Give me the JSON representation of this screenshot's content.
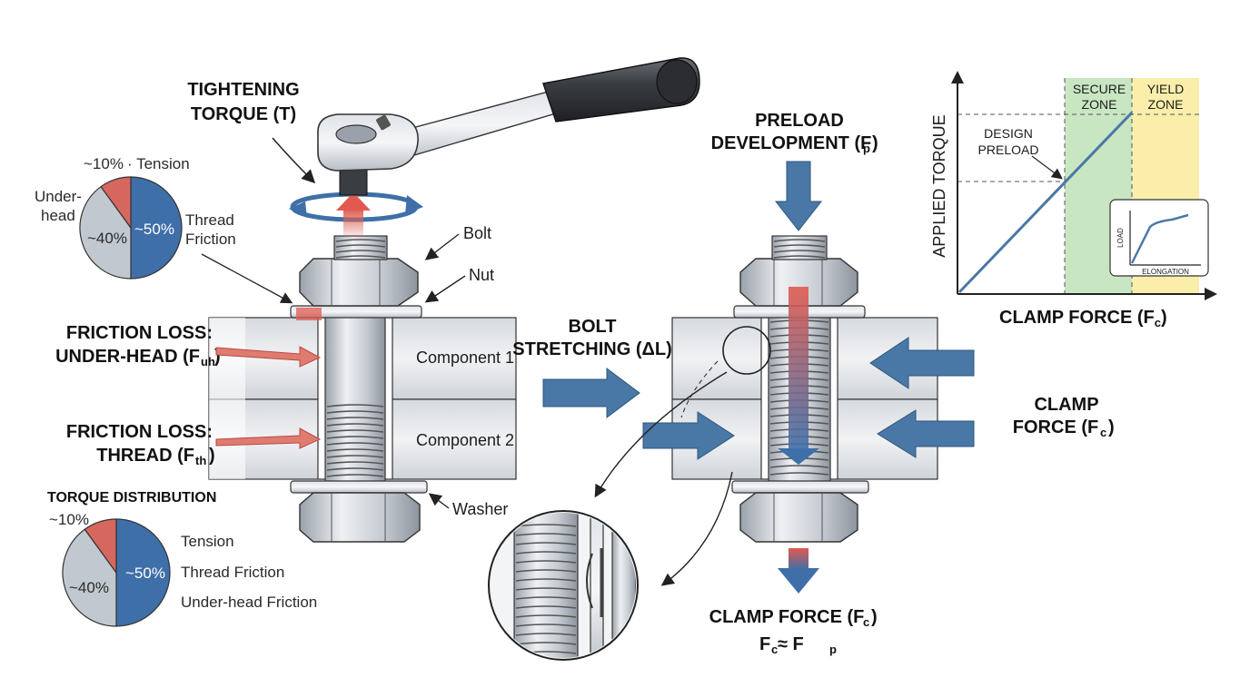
{
  "torque_label": {
    "line1": "TIGHTENING",
    "line2": "TORQUE (T)"
  },
  "pie_top": {
    "tension_pct": "~10%",
    "tension_label": "· Tension",
    "underhead_line1": "Under-",
    "underhead_line2": "head",
    "underhead_pct": "~40%",
    "thread_pct": "~50%",
    "thread_line1": "Thread",
    "thread_line2": "Friction",
    "slices": [
      {
        "label": "Thread Friction",
        "value": 50,
        "color": "#3f6fa8"
      },
      {
        "label": "Under-head",
        "value": 40,
        "color": "#c2c8d0"
      },
      {
        "label": "Tension",
        "value": 10,
        "color": "#d6675f"
      }
    ]
  },
  "left_labels": {
    "bolt": "Bolt",
    "nut": "Nut",
    "washer": "Washer",
    "component1": "Component 1",
    "component2": "Component 2",
    "uh_line1": "FRICTION LOSS:",
    "uh_line2": "UNDER-HEAD (F",
    "uh_sub": "uh",
    "uh_close": ")",
    "th_line1": "FRICTION LOSS:",
    "th_line2": "THREAD (F",
    "th_sub": "th",
    "th_close": ")"
  },
  "distribution": {
    "title": "TORQUE DISTRIBUTION",
    "tension_pct": "~10%",
    "underhead_pct": "~40%",
    "thread_pct": "~50%",
    "legend": [
      "Tension",
      "Thread Friction",
      "Under-head Friction"
    ],
    "slices": [
      {
        "label": "Thread Friction",
        "value": 50,
        "color": "#3f6fa8"
      },
      {
        "label": "Under-head Friction",
        "value": 40,
        "color": "#c2c8d0"
      },
      {
        "label": "Tension",
        "value": 10,
        "color": "#d6675f"
      }
    ]
  },
  "center": {
    "stretch_line1": "BOLT",
    "stretch_line2": "STRETCHING (ΔL)",
    "preload_line1": "PRELOAD",
    "preload_line2": "DEVELOPMENT (F",
    "preload_sub": "p",
    "preload_close": ")",
    "clamp_label": "CLAMP FORCE (F",
    "clamp_sub": "c",
    "clamp_close": ")",
    "eq_f": "F",
    "eq_sub_c": "c",
    "eq_mid": " ≈ F",
    "eq_sub_p": "p"
  },
  "right_label": {
    "line1": "CLAMP",
    "line2": "FORCE (F",
    "sub": "c",
    "close": ")"
  },
  "chart_data": {
    "type": "line",
    "ylabel": "APPLIED TORQUE",
    "xlabel": "CLAMP FORCE (Fc)",
    "zones": [
      {
        "label_line1": "SECURE",
        "label_line2": "ZONE",
        "color": "#c8e6c2"
      },
      {
        "label_line1": "YIELD",
        "label_line2": "ZONE",
        "color": "#fbeeaa"
      }
    ],
    "annotation_line1": "DESIGN",
    "annotation_line2": "PRELOAD",
    "line_color": "#4a78a6",
    "inset": {
      "ylabel": "LOAD",
      "xlabel": "ELONGATION"
    }
  },
  "colors": {
    "accent_blue": "#3f6fa8",
    "accent_red": "#d6675f",
    "steel": "#c9ced5",
    "outline": "#1f1f1f"
  }
}
